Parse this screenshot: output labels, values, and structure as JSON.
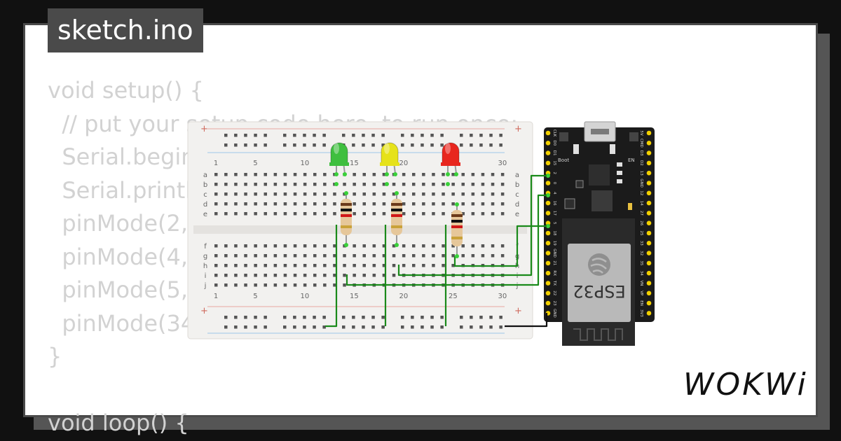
{
  "tab": {
    "title": "sketch.ino"
  },
  "code": {
    "lines": [
      "void setup() {",
      "  // put your setup code here, to run once:",
      "  Serial.begin(",
      "  Serial.println",
      "  pinMode(2, O",
      "  pinMode(4, O",
      "  pinMode(5, O",
      "  pinMode(34,",
      "}",
      "",
      "void loop() {"
    ]
  },
  "breadboard": {
    "column_labels": [
      "1",
      "5",
      "10",
      "15",
      "20",
      "25",
      "30"
    ],
    "row_labels_top": [
      "a",
      "b",
      "c",
      "d",
      "e"
    ],
    "row_labels_bottom": [
      "f",
      "g",
      "h",
      "i",
      "j"
    ],
    "rail_plus": "+",
    "rail_minus": "-"
  },
  "leds": [
    {
      "color": "green",
      "hex": "#3fbf3f"
    },
    {
      "color": "yellow",
      "hex": "#e6e21a"
    },
    {
      "color": "red",
      "hex": "#e8261e"
    }
  ],
  "board": {
    "chip_label": "ESP32",
    "buttons": [
      "Boot",
      "EN"
    ],
    "left_pins": [
      "CLK",
      "D0",
      "D1",
      "15",
      "2",
      "0",
      "4",
      "16",
      "17",
      "5",
      "18",
      "19",
      "GND",
      "21",
      "RX",
      "TX",
      "22",
      "23",
      "GND"
    ],
    "right_pins": [
      "5V",
      "CMD",
      "D3",
      "D2",
      "13",
      "GND",
      "12",
      "14",
      "27",
      "26",
      "25",
      "33",
      "32",
      "35",
      "34",
      "VN",
      "VP",
      "EN",
      "3V3"
    ]
  },
  "wire_color": "#1a8a1a",
  "brand": {
    "name": "WOKWi"
  }
}
